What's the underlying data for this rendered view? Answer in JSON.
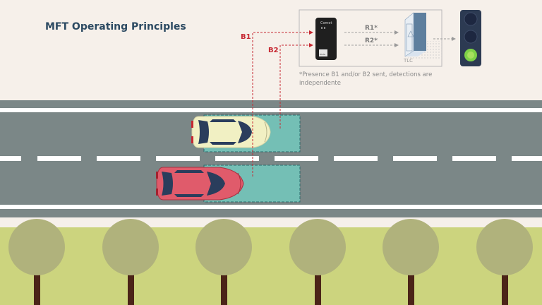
{
  "title": "MFT Operating Principles",
  "note": "*Presence B1 and/or B2 sent, detections are independente",
  "labels": {
    "b1": "B1",
    "b2": "B2",
    "r1": "R1*",
    "r2": "R2*",
    "tlc": "TLC"
  },
  "device": {
    "brand": "Comet",
    "badge": "DUAL"
  },
  "colors": {
    "title": "#2c4a62",
    "signal_red": "#c62832",
    "road": "#7b8787",
    "lane_marking": "#ffffff",
    "grass": "#ccd47e",
    "tree_canopy": "#b0b27c",
    "tree_trunk": "#4b2418",
    "detection_zone": "#74bfb5",
    "car_top": "#f1f0c3",
    "car_bottom": "#e05b6b",
    "traffic_light_green": "#7ed147"
  },
  "icons": [
    "detector-device-icon",
    "tlc-cabinet-icon",
    "traffic-light-icon",
    "car-icon",
    "tree-icon"
  ]
}
